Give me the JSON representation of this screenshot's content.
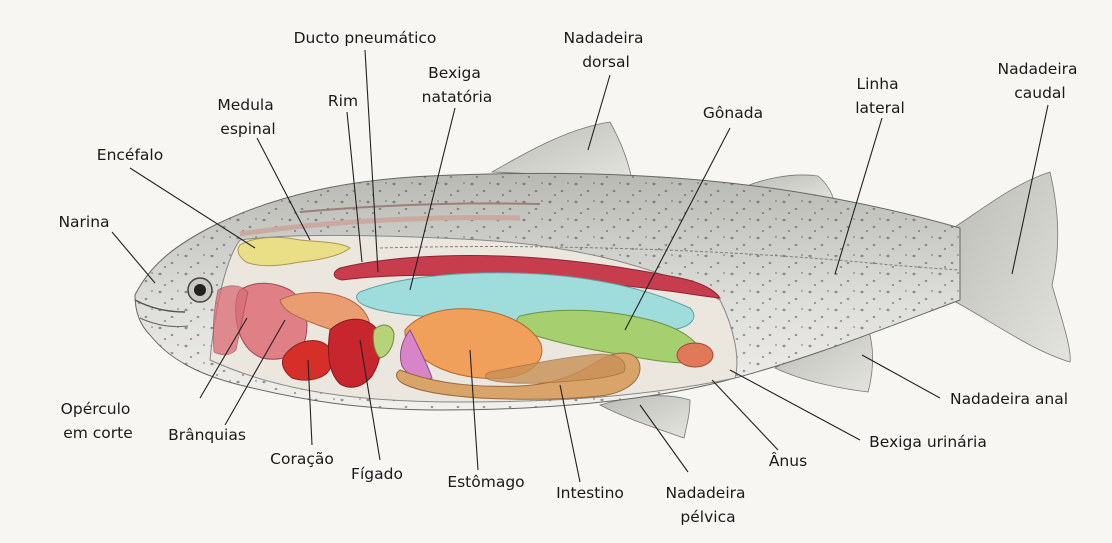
{
  "labels": {
    "ducto_pneumatico": "Ducto pneumático",
    "nadadeira_dorsal": [
      "Nadadeira",
      "dorsal"
    ],
    "rim": "Rim",
    "bexiga_natatoria": [
      "Bexiga",
      "natatória"
    ],
    "medula_espinal": [
      "Medula",
      "espinal"
    ],
    "gonada": "Gônada",
    "linha_lateral": [
      "Linha",
      "lateral"
    ],
    "nadadeira_caudal": [
      "Nadadeira",
      "caudal"
    ],
    "encefalo": "Encéfalo",
    "narina": "Narina",
    "operculo": [
      "Opérculo",
      "em corte"
    ],
    "branquias": "Brânquias",
    "coracao": "Coração",
    "figado": "Fígado",
    "estomago": "Estômago",
    "intestino": "Intestino",
    "nadadeira_pelvica": [
      "Nadadeira",
      "pélvica"
    ],
    "anus": "Ânus",
    "bexiga_urinaria": "Bexiga urinária",
    "nadadeira_anal": "Nadadeira anal"
  },
  "colors": {
    "body_skin": "#d2d2ce",
    "spots": "#4a4a48",
    "cavity": "#e9e4dc",
    "gills": "#e07f86",
    "heart": "#d62f2a",
    "liver": "#c8262e",
    "stomach": "#f0a05a",
    "intestine": "#d9a46a",
    "swim_bladder": "#9fdcdc",
    "gonad": "#a6cf70",
    "brain": "#eadf86",
    "kidney": "#c73d4e"
  }
}
